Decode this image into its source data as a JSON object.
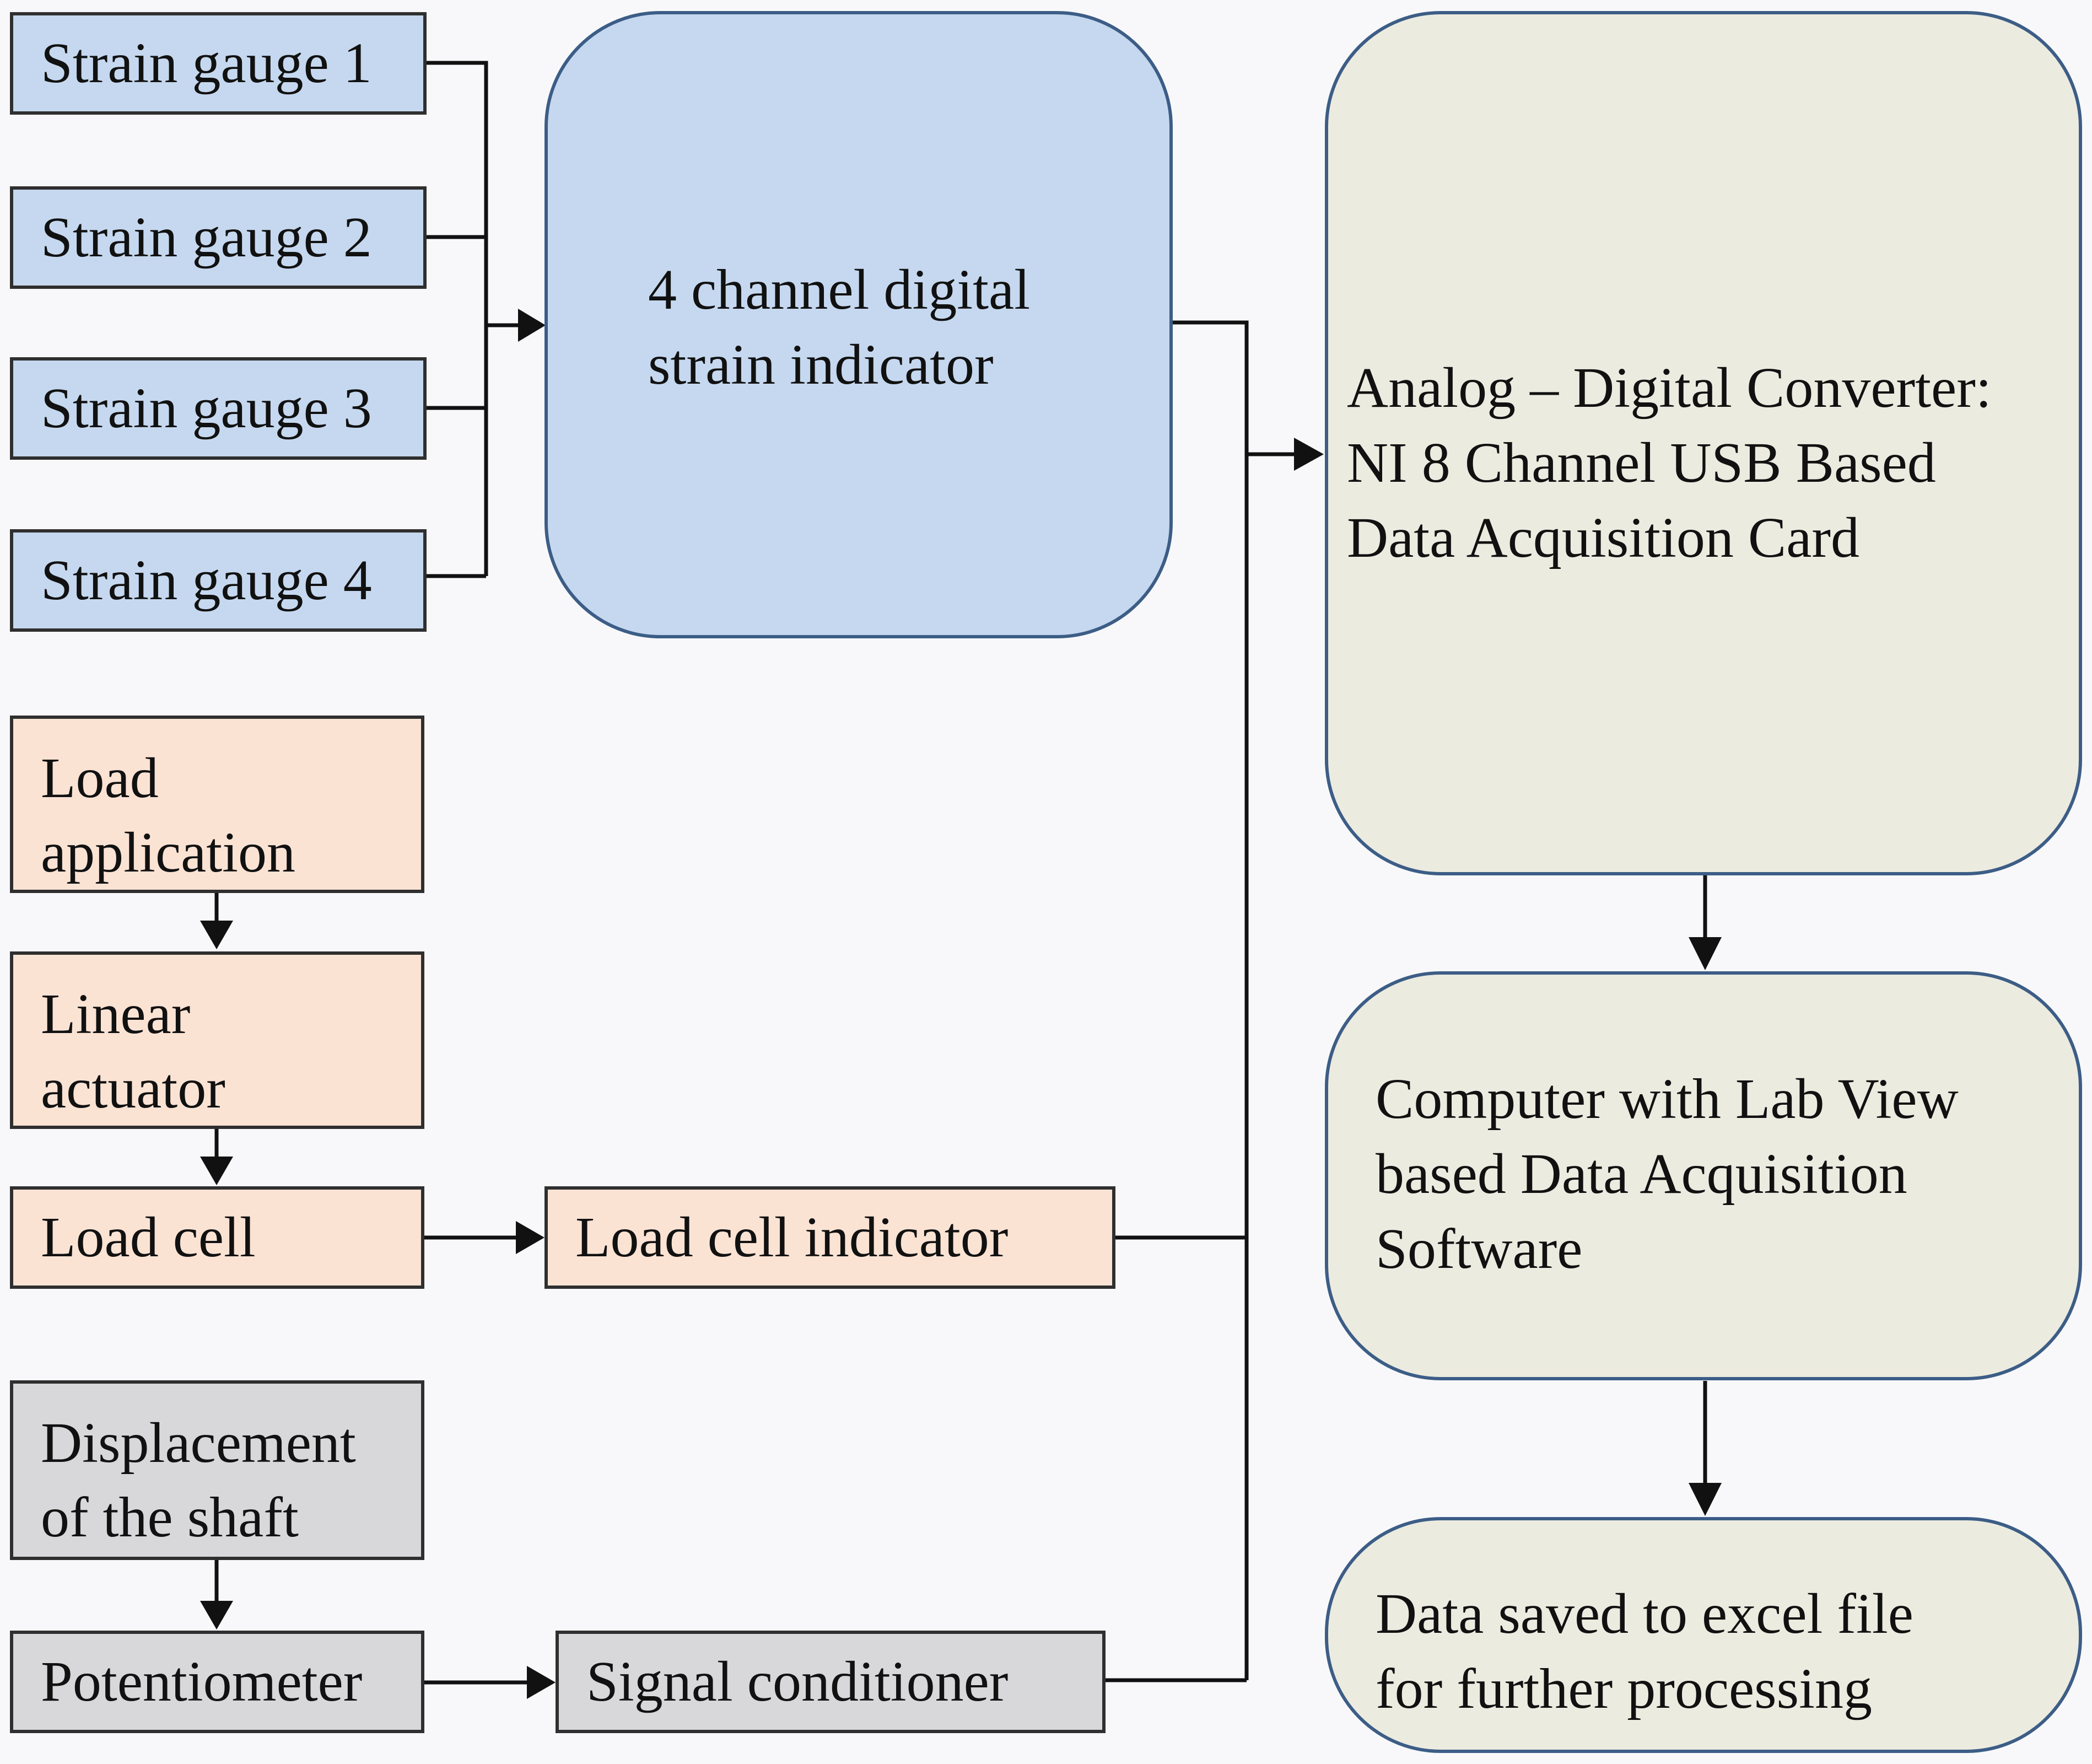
{
  "strain_gauges": [
    {
      "label": "Strain gauge 1"
    },
    {
      "label": "Strain gauge 2"
    },
    {
      "label": "Strain gauge 3"
    },
    {
      "label": "Strain gauge 4"
    }
  ],
  "strain_indicator": {
    "line1": "4 channel digital",
    "line2": "strain indicator"
  },
  "load_chain": {
    "load_application": {
      "line1": "Load",
      "line2": "application"
    },
    "linear_actuator": {
      "line1": "Linear",
      "line2": "actuator"
    },
    "load_cell": "Load cell",
    "load_cell_indicator": "Load cell indicator"
  },
  "displacement_chain": {
    "displacement": {
      "line1": "Displacement",
      "line2": "of  the shaft"
    },
    "potentiometer": "Potentiometer",
    "signal_conditioner": "Signal conditioner"
  },
  "adc": {
    "line1": "Analog – Digital Converter:",
    "line2": "NI 8 Channel USB Based",
    "line3": "Data Acquisition Card"
  },
  "computer": {
    "line1": "Computer with Lab View",
    "line2": "based Data Acquisition",
    "line3": "Software"
  },
  "output": {
    "line1": "Data saved to excel file",
    "line2": "for further processing"
  }
}
